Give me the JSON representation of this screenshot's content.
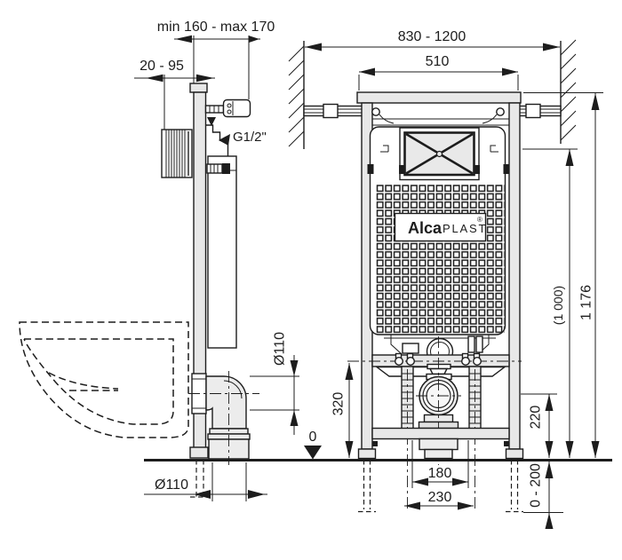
{
  "colors": {
    "line": "#1d1d1d",
    "metal_fill": "#e8e8e8",
    "pipe_fill": "#ececec",
    "panel_fill": "#e9e9e9",
    "background": "#ffffff"
  },
  "ground": {
    "level_zero_label": "0"
  },
  "side_view": {
    "dim_depth_range": "min 160 - max 170",
    "dim_wall_offset": "20 - 95",
    "inlet_thread_label": "G1/2\"",
    "dim_elbow_diameter": "Ø110",
    "dim_outlet_diameter": "Ø110"
  },
  "front_view": {
    "dim_mounting_width": "830 - 1200",
    "dim_frame_width": "510",
    "dim_outlet_axis_height": "320",
    "dim_junction_axis_height": "220",
    "dim_bolt_spacing": "180",
    "dim_rod_spacing": "230",
    "dim_leg_adjustment": "0 - 200",
    "dim_height_secondary": "(1 000)",
    "dim_height_total": "1 176"
  },
  "logo": {
    "brand_bold": "Alca",
    "brand_light": "PLAST",
    "registered_mark": "®"
  }
}
